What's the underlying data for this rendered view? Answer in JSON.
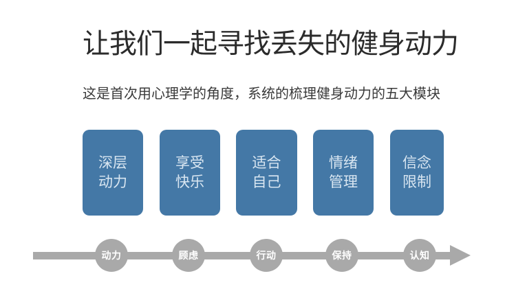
{
  "slide": {
    "title": "让我们一起寻找丢失的健身动力",
    "subtitle": "这是首次用心理学的角度，系统的梳理健身动力的五大模块",
    "modules": [
      {
        "line1": "深层",
        "line2": "动力"
      },
      {
        "line1": "享受",
        "line2": "快乐"
      },
      {
        "line1": "适合",
        "line2": "自己"
      },
      {
        "line1": "情绪",
        "line2": "管理"
      },
      {
        "line1": "信念",
        "line2": "限制"
      }
    ],
    "timeline": {
      "steps": [
        "动力",
        "顾虑",
        "行动",
        "保持",
        "认知"
      ]
    }
  },
  "colors": {
    "background": "#ffffff",
    "title_text": "#2b2b2b",
    "subtitle_text": "#3a3a3a",
    "module_blue": "#4478a6",
    "module_text": "#d9e6f1",
    "arrow_gray": "#a9a9a9",
    "step_text": "#ffffff"
  }
}
